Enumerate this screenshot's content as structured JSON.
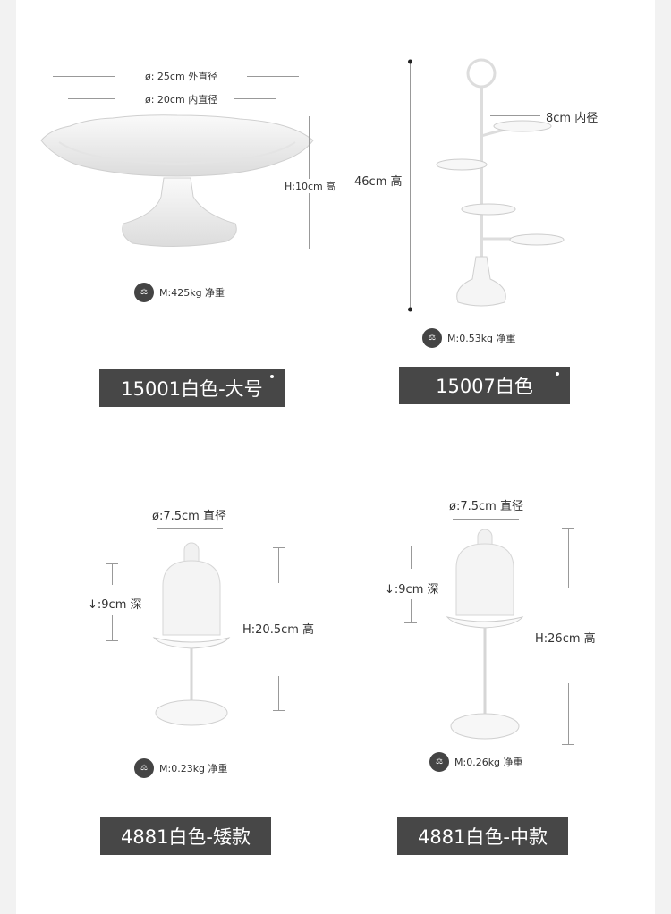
{
  "products": [
    {
      "title": "15001白色-大号",
      "outer_diameter": "ø: 25cm 外直径",
      "inner_diameter": "ø: 20cm 内直径",
      "height": "H:10cm 高",
      "weight": "M:425kg 净重"
    },
    {
      "title": "15007白色",
      "inner_diameter": "8cm 内径",
      "height": "46cm 高",
      "weight": "M:0.53kg 净重"
    },
    {
      "title": "4881白色-矮款",
      "diameter": "ø:7.5cm 直径",
      "depth": ":9cm 深",
      "height": "H:20.5cm  高",
      "weight": "M:0.23kg 净重"
    },
    {
      "title": "4881白色-中款",
      "diameter": "ø:7.5cm 直径",
      "depth": ":9cm 深",
      "height": "H:26cm  高",
      "weight": "M:0.26kg 净重"
    }
  ],
  "weight_icon": "scale-icon",
  "colors": {
    "title_bg": "#474747",
    "page_bg": "#ffffff",
    "margin_bg": "#f2f2f2"
  }
}
